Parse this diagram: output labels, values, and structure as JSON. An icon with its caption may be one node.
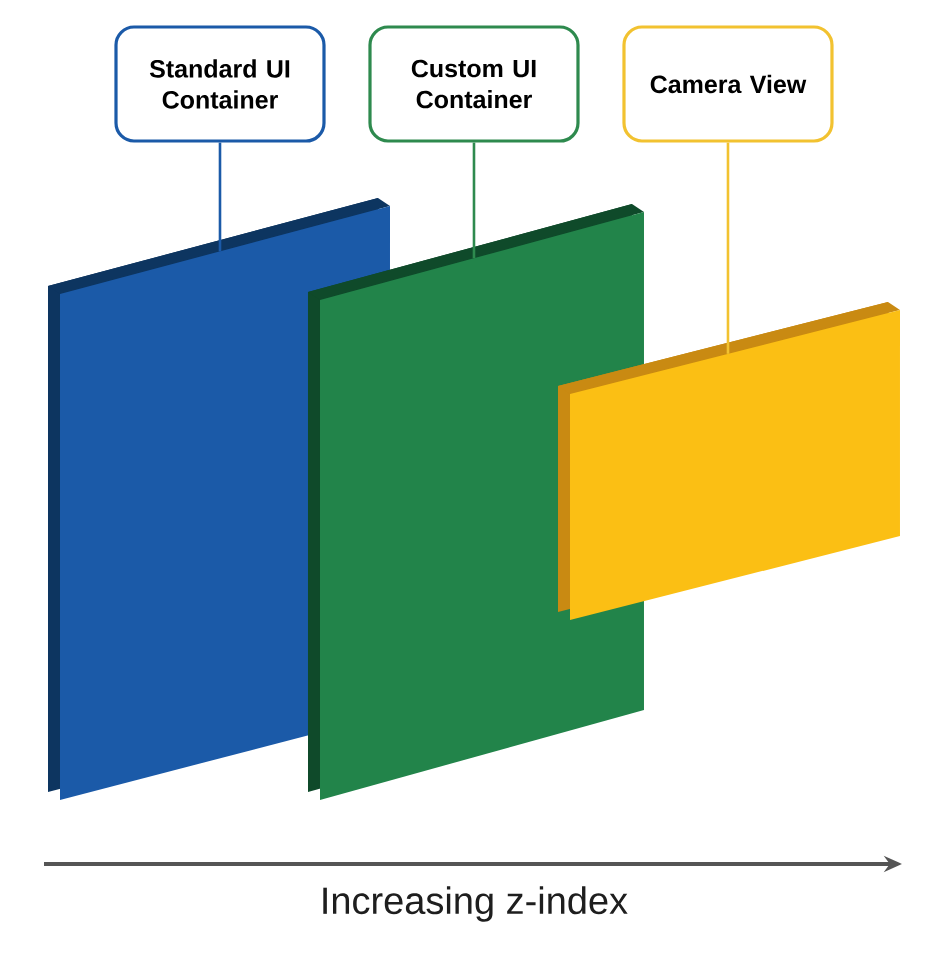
{
  "diagram": {
    "nodes": [
      {
        "text": [
          "Standard UI Container"
        ]
      },
      {
        "text": [
          "Custom UI Container"
        ]
      },
      {
        "text": [
          "Camera View"
        ]
      },
      {
        "text": [],
        "shape": "box"
      },
      {
        "text": [],
        "shape": "box"
      },
      {
        "text": [],
        "shape": "box"
      }
    ],
    "edges": [
      {
        "from": 0,
        "to": 3,
        "arrow": "none",
        "color": "#1b5aa8"
      },
      {
        "from": 1,
        "to": 4,
        "arrow": "none",
        "color": "#2e8a4e"
      },
      {
        "from": 2,
        "to": 5,
        "arrow": "none",
        "color": "#f2c230"
      }
    ],
    "labels": [
      "Increasing z-index"
    ]
  }
}
